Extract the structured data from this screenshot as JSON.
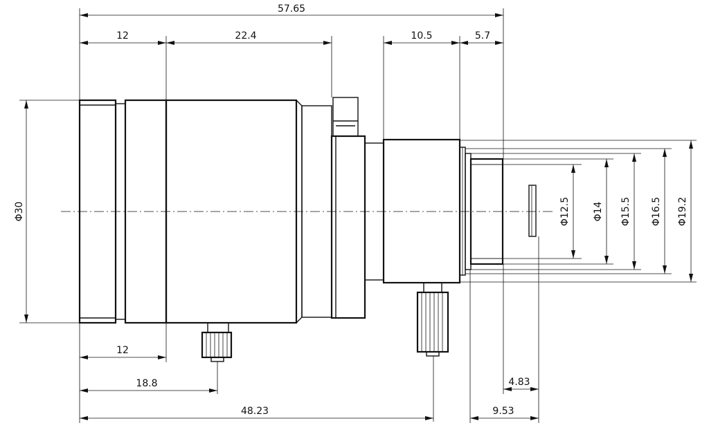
{
  "dimensions": {
    "overall_length": "57.65",
    "front_barrel": "12",
    "front_barrel_lower": "12",
    "mid_barrel": "22.4",
    "rear_section": "10.5",
    "mount_thread": "5.7",
    "front_to_focus_screw": "18.8",
    "front_to_iris_screw": "48.23",
    "flange_offset": "4.83",
    "back_focal_section": "9.53",
    "dia_front": "Φ30",
    "dia_12_5": "Φ12.5",
    "dia_14": "Φ14",
    "dia_15_5": "Φ15.5",
    "dia_16_5": "Φ16.5",
    "dia_19_2": "Φ19.2"
  }
}
